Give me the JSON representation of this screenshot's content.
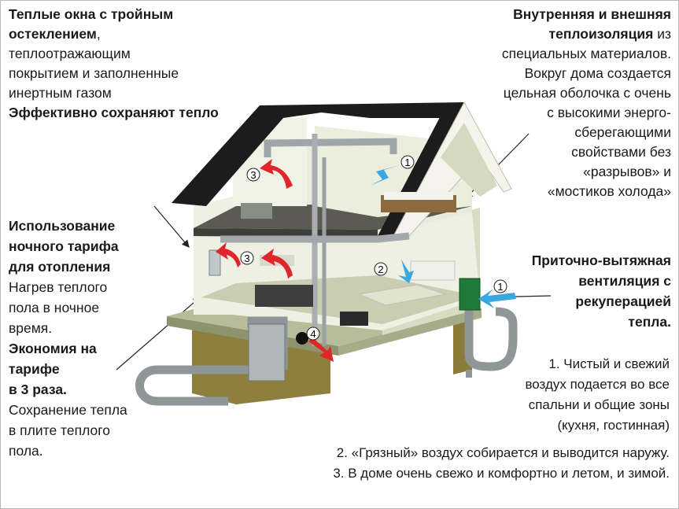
{
  "windows": {
    "line1": "Теплые окна с тройным",
    "line2a": "остеклением",
    "line2b": ",",
    "line3": "теплоотражающим",
    "line4": "покрытием и заполненные",
    "line5": "инертным газом",
    "line6": "Эффективно сохраняют тепло"
  },
  "insulation": {
    "line1": "Внутренняя и внешняя",
    "line2a": "теплоизоляция",
    "line2b": " из",
    "line3": "специальных материалов.",
    "line4": "Вокруг дома создается",
    "line5": "цельная оболочка с очень",
    "line6": "с высокими энерго-",
    "line7": "сберегающими",
    "line8": "свойствами без",
    "line9": "«разрывов» и",
    "line10": "«мостиков холода»"
  },
  "heating": {
    "line1": "Использование",
    "line2": "ночного тарифа",
    "line3": "для отопления",
    "line4": "Нагрев теплого",
    "line5": "пола в ночное",
    "line6": "время.",
    "line7": "Экономия на",
    "line8": "тарифе",
    "line9": "в 3 раза.",
    "line10": "Сохранение тепла",
    "line11": "в плите теплого",
    "line12": "пола."
  },
  "ventilation": {
    "line1": "Приточно-вытяжная",
    "line2": "вентиляция с",
    "line3": "рекуперацией",
    "line4": "тепла."
  },
  "notes": {
    "n1_line1": "1. Чистый и свежий",
    "n1_line2": "воздух подается во все",
    "n1_line3": "спальни и общие зоны",
    "n1_line4": "(кухня, гостинная)",
    "n2": "2. «Грязный» воздух собирается и выводится наружу.",
    "n3": "3. В доме очень свежо и комфортно и летом, и зимой."
  },
  "markers": {
    "m1a": "1",
    "m1b": "1",
    "m2": "2",
    "m3a": "3",
    "m3b": "3",
    "m4": "4"
  },
  "colors": {
    "roof": "#1e1e1e",
    "wall": "#e9ecdc",
    "floor": "#5d5d55",
    "foundation": "#8a7a40",
    "pipe": "#9da3a4",
    "fresh_air": "#3aa7e0",
    "warm_air": "#e0262a",
    "recuperator": "#1f7a3a"
  }
}
